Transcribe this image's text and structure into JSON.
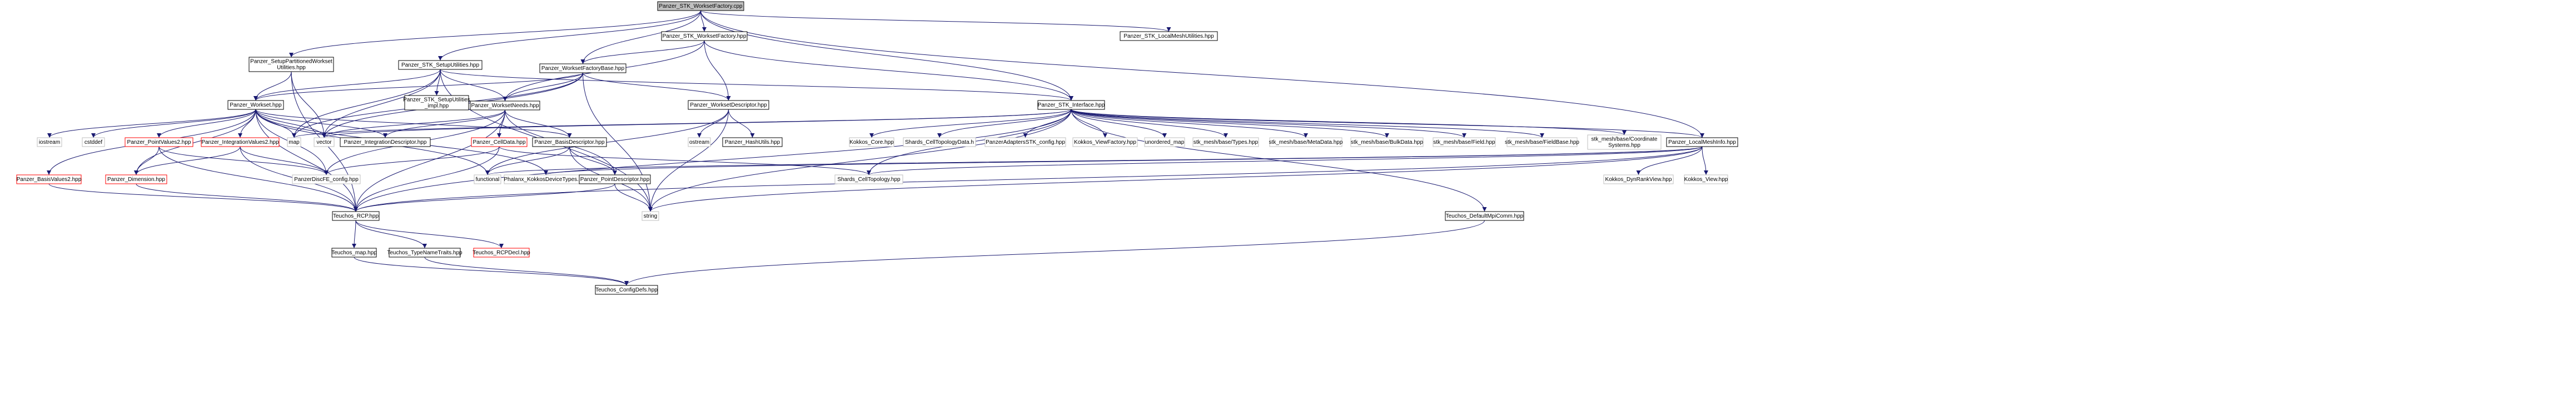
{
  "palette": {
    "edge": "#191970",
    "node_border": "#000000",
    "node_border_undocumented": "#ff0000",
    "node_fill": "#ffffff",
    "root_fill": "#bfbfbf",
    "text": "#000000"
  },
  "nodes": [
    {
      "id": "root",
      "lines": [
        "Panzer_STK_WorksetFactory.cpp"
      ],
      "style": "root"
    },
    {
      "id": "spw",
      "lines": [
        "Panzer_SetupPartitionedWorkset",
        "Utilities.hpp"
      ],
      "style": "doc"
    },
    {
      "id": "stksu",
      "lines": [
        "Panzer_STK_SetupUtilities.hpp"
      ],
      "style": "doc"
    },
    {
      "id": "stkwf",
      "lines": [
        "Panzer_STK_WorksetFactory.hpp"
      ],
      "style": "doc"
    },
    {
      "id": "stklmu",
      "lines": [
        "Panzer_STK_LocalMeshUtilities.hpp"
      ],
      "style": "doc"
    },
    {
      "id": "wfb",
      "lines": [
        "Panzer_WorksetFactoryBase.hpp"
      ],
      "style": "doc"
    },
    {
      "id": "workset",
      "lines": [
        "Panzer_Workset.hpp"
      ],
      "style": "doc"
    },
    {
      "id": "stksui",
      "lines": [
        "Panzer_STK_SetupUtilities",
        "_impl.hpp"
      ],
      "style": "doc"
    },
    {
      "id": "wneeds",
      "lines": [
        "Panzer_WorksetNeeds.hpp"
      ],
      "style": "doc"
    },
    {
      "id": "wdesc",
      "lines": [
        "Panzer_WorksetDescriptor.hpp"
      ],
      "style": "doc"
    },
    {
      "id": "stkif",
      "lines": [
        "Panzer_STK_Interface.hpp"
      ],
      "style": "doc"
    },
    {
      "id": "iostream",
      "lines": [
        "iostream"
      ],
      "style": "sys"
    },
    {
      "id": "cstddef",
      "lines": [
        "cstddef"
      ],
      "style": "sys"
    },
    {
      "id": "pv2",
      "lines": [
        "Panzer_PointValues2.hpp"
      ],
      "style": "undoc"
    },
    {
      "id": "iv2",
      "lines": [
        "Panzer_IntegrationValues2.hpp"
      ],
      "style": "undoc"
    },
    {
      "id": "map",
      "lines": [
        "map"
      ],
      "style": "sys"
    },
    {
      "id": "vector",
      "lines": [
        "vector"
      ],
      "style": "sys"
    },
    {
      "id": "intdesc",
      "lines": [
        "Panzer_IntegrationDescriptor.hpp"
      ],
      "style": "doc"
    },
    {
      "id": "celldata",
      "lines": [
        "Panzer_CellData.hpp"
      ],
      "style": "undoc"
    },
    {
      "id": "basisdesc",
      "lines": [
        "Panzer_BasisDescriptor.hpp"
      ],
      "style": "doc"
    },
    {
      "id": "ostream",
      "lines": [
        "ostream"
      ],
      "style": "sys"
    },
    {
      "id": "hashutils",
      "lines": [
        "Panzer_HashUtils.hpp"
      ],
      "style": "doc"
    },
    {
      "id": "kcore",
      "lines": [
        "Kokkos_Core.hpp"
      ],
      "style": "sys"
    },
    {
      "id": "shcelltd",
      "lines": [
        "Shards_CellTopologyData.h"
      ],
      "style": "sys"
    },
    {
      "id": "adapters",
      "lines": [
        "PanzerAdaptersSTK_config.hpp"
      ],
      "style": "sys"
    },
    {
      "id": "kviewf",
      "lines": [
        "Kokkos_ViewFactory.hpp"
      ],
      "style": "sys"
    },
    {
      "id": "umap",
      "lines": [
        "unordered_map"
      ],
      "style": "sys"
    },
    {
      "id": "stktypes",
      "lines": [
        "stk_mesh/base/Types.hpp"
      ],
      "style": "sys"
    },
    {
      "id": "stkmeta",
      "lines": [
        "stk_mesh/base/MetaData.hpp"
      ],
      "style": "sys"
    },
    {
      "id": "stkbulk",
      "lines": [
        "stk_mesh/base/BulkData.hpp"
      ],
      "style": "sys"
    },
    {
      "id": "stkfield",
      "lines": [
        "stk_mesh/base/Field.hpp"
      ],
      "style": "sys"
    },
    {
      "id": "stkfieldb",
      "lines": [
        "stk_mesh/base/FieldBase.hpp"
      ],
      "style": "sys"
    },
    {
      "id": "stkcoord",
      "lines": [
        "stk_mesh/base/Coordinate",
        "Systems.hpp"
      ],
      "style": "sys"
    },
    {
      "id": "lminfo",
      "lines": [
        "Panzer_LocalMeshInfo.hpp"
      ],
      "style": "doc"
    },
    {
      "id": "bv2",
      "lines": [
        "Panzer_BasisValues2.hpp"
      ],
      "style": "undoc"
    },
    {
      "id": "dim",
      "lines": [
        "Panzer_Dimension.hpp"
      ],
      "style": "undoc"
    },
    {
      "id": "discfe",
      "lines": [
        "PanzerDiscFE_config.hpp"
      ],
      "style": "sys"
    },
    {
      "id": "functional",
      "lines": [
        "functional"
      ],
      "style": "sys"
    },
    {
      "id": "phalanx",
      "lines": [
        "Phalanx_KokkosDeviceTypes.hpp"
      ],
      "style": "sys"
    },
    {
      "id": "ptdesc",
      "lines": [
        "Panzer_PointDescriptor.hpp"
      ],
      "style": "doc"
    },
    {
      "id": "shct",
      "lines": [
        "Shards_CellTopology.hpp"
      ],
      "style": "sys"
    },
    {
      "id": "kdynrank",
      "lines": [
        "Kokkos_DynRankView.hpp"
      ],
      "style": "sys"
    },
    {
      "id": "kview",
      "lines": [
        "Kokkos_View.hpp"
      ],
      "style": "sys"
    },
    {
      "id": "rcp",
      "lines": [
        "Teuchos_RCP.hpp"
      ],
      "style": "doc"
    },
    {
      "id": "string",
      "lines": [
        "string"
      ],
      "style": "sys"
    },
    {
      "id": "defmpi",
      "lines": [
        "Teuchos_DefaultMpiComm.hpp"
      ],
      "style": "doc"
    },
    {
      "id": "tmap",
      "lines": [
        "Teuchos_map.hpp"
      ],
      "style": "doc"
    },
    {
      "id": "ttnt",
      "lines": [
        "Teuchos_TypeNameTraits.hpp"
      ],
      "style": "doc"
    },
    {
      "id": "rcpdecl",
      "lines": [
        "Teuchos_RCPDecl.hpp"
      ],
      "style": "undoc"
    },
    {
      "id": "cfgdefs",
      "lines": [
        "Teuchos_ConfigDefs.hpp"
      ],
      "style": "doc"
    }
  ],
  "edges": [
    [
      "root",
      "spw"
    ],
    [
      "root",
      "stksu"
    ],
    [
      "root",
      "stkwf"
    ],
    [
      "root",
      "stklmu"
    ],
    [
      "root",
      "wfb"
    ],
    [
      "root",
      "stkif"
    ],
    [
      "root",
      "lminfo"
    ],
    [
      "spw",
      "workset"
    ],
    [
      "spw",
      "vector"
    ],
    [
      "spw",
      "rcp"
    ],
    [
      "stksu",
      "workset"
    ],
    [
      "stksu",
      "stksui"
    ],
    [
      "stksu",
      "map"
    ],
    [
      "stksu",
      "vector"
    ],
    [
      "stksu",
      "stkif"
    ],
    [
      "stksu",
      "wneeds"
    ],
    [
      "stksu",
      "string"
    ],
    [
      "stkwf",
      "wfb"
    ],
    [
      "stkwf",
      "wdesc"
    ],
    [
      "stkwf",
      "stkif"
    ],
    [
      "stkwf",
      "wneeds"
    ],
    [
      "wfb",
      "workset"
    ],
    [
      "wfb",
      "map"
    ],
    [
      "wfb",
      "vector"
    ],
    [
      "wfb",
      "wneeds"
    ],
    [
      "wfb",
      "wdesc"
    ],
    [
      "wfb",
      "string"
    ],
    [
      "workset",
      "iostream"
    ],
    [
      "workset",
      "cstddef"
    ],
    [
      "workset",
      "pv2"
    ],
    [
      "workset",
      "iv2"
    ],
    [
      "workset",
      "map"
    ],
    [
      "workset",
      "vector"
    ],
    [
      "workset",
      "intdesc"
    ],
    [
      "workset",
      "basisdesc"
    ],
    [
      "workset",
      "bv2"
    ],
    [
      "workset",
      "dim"
    ],
    [
      "workset",
      "discfe"
    ],
    [
      "workset",
      "functional"
    ],
    [
      "workset",
      "rcp"
    ],
    [
      "workset",
      "phalanx"
    ],
    [
      "wneeds",
      "celldata"
    ],
    [
      "wneeds",
      "basisdesc"
    ],
    [
      "wneeds",
      "intdesc"
    ],
    [
      "wneeds",
      "ptdesc"
    ],
    [
      "wneeds",
      "discfe"
    ],
    [
      "wneeds",
      "rcp"
    ],
    [
      "wneeds",
      "vector"
    ],
    [
      "wdesc",
      "ostream"
    ],
    [
      "wdesc",
      "hashutils"
    ],
    [
      "wdesc",
      "functional"
    ],
    [
      "wdesc",
      "string"
    ],
    [
      "stkif",
      "kcore"
    ],
    [
      "stkif",
      "shcelltd"
    ],
    [
      "stkif",
      "adapters"
    ],
    [
      "stkif",
      "kviewf"
    ],
    [
      "stkif",
      "umap"
    ],
    [
      "stkif",
      "stktypes"
    ],
    [
      "stkif",
      "stkmeta"
    ],
    [
      "stkif",
      "stkbulk"
    ],
    [
      "stkif",
      "stkfield"
    ],
    [
      "stkif",
      "stkfieldb"
    ],
    [
      "stkif",
      "stkcoord"
    ],
    [
      "stkif",
      "lminfo"
    ],
    [
      "stkif",
      "defmpi"
    ],
    [
      "stkif",
      "rcp"
    ],
    [
      "stkif",
      "shct"
    ],
    [
      "stkif",
      "map"
    ],
    [
      "stkif",
      "vector"
    ],
    [
      "stkif",
      "string"
    ],
    [
      "pv2",
      "dim"
    ],
    [
      "pv2",
      "discfe"
    ],
    [
      "pv2",
      "rcp"
    ],
    [
      "iv2",
      "dim"
    ],
    [
      "iv2",
      "discfe"
    ],
    [
      "iv2",
      "rcp"
    ],
    [
      "celldata",
      "shct"
    ],
    [
      "celldata",
      "discfe"
    ],
    [
      "celldata",
      "rcp"
    ],
    [
      "basisdesc",
      "functional"
    ],
    [
      "basisdesc",
      "ptdesc"
    ],
    [
      "basisdesc",
      "string"
    ],
    [
      "ptdesc",
      "rcp"
    ],
    [
      "ptdesc",
      "string"
    ],
    [
      "bv2",
      "rcp"
    ],
    [
      "dim",
      "rcp"
    ],
    [
      "lminfo",
      "kdynrank"
    ],
    [
      "lminfo",
      "kview"
    ],
    [
      "lminfo",
      "phalanx"
    ],
    [
      "lminfo",
      "shct"
    ],
    [
      "lminfo",
      "rcp"
    ],
    [
      "lminfo",
      "string"
    ],
    [
      "lminfo",
      "functional"
    ],
    [
      "rcp",
      "tmap"
    ],
    [
      "rcp",
      "ttnt"
    ],
    [
      "rcp",
      "rcpdecl"
    ],
    [
      "tmap",
      "cfgdefs"
    ],
    [
      "ttnt",
      "cfgdefs"
    ],
    [
      "defmpi",
      "cfgdefs"
    ]
  ]
}
